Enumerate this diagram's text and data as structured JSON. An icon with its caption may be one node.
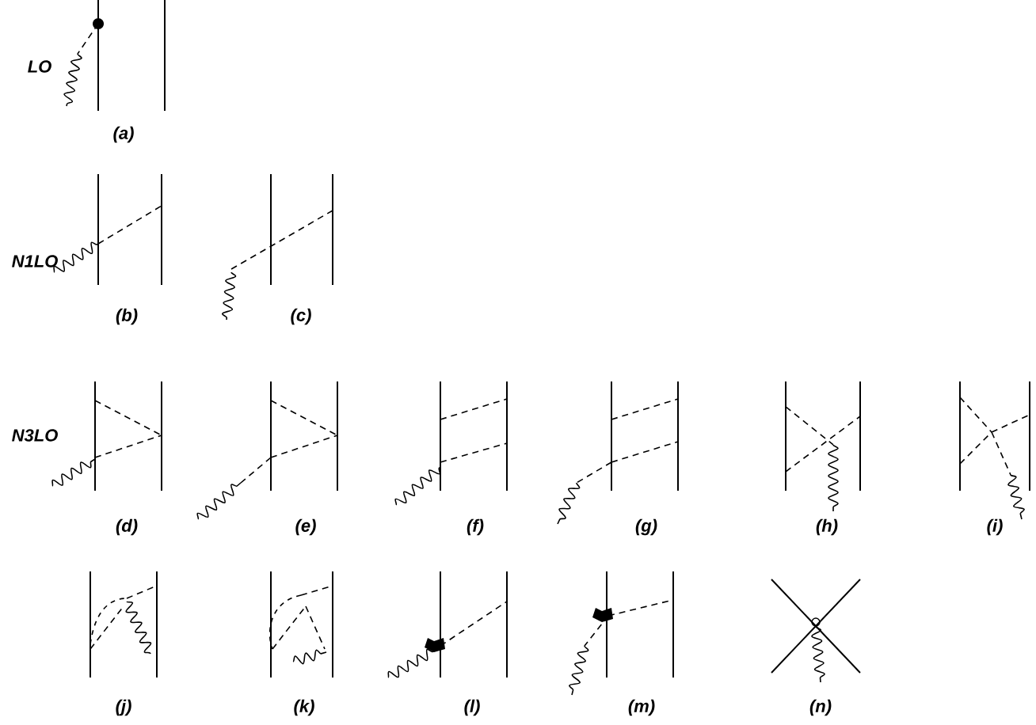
{
  "diagram": {
    "labels": [
      "LO",
      "(a)",
      "N1LO",
      "(b)",
      "(c)",
      "N3LO",
      "(d)",
      "(e)",
      "(f)",
      "(g)",
      "(h)",
      "(i)",
      "(j)",
      "(k)",
      "(l)",
      "(m)",
      "(n)"
    ]
  }
}
